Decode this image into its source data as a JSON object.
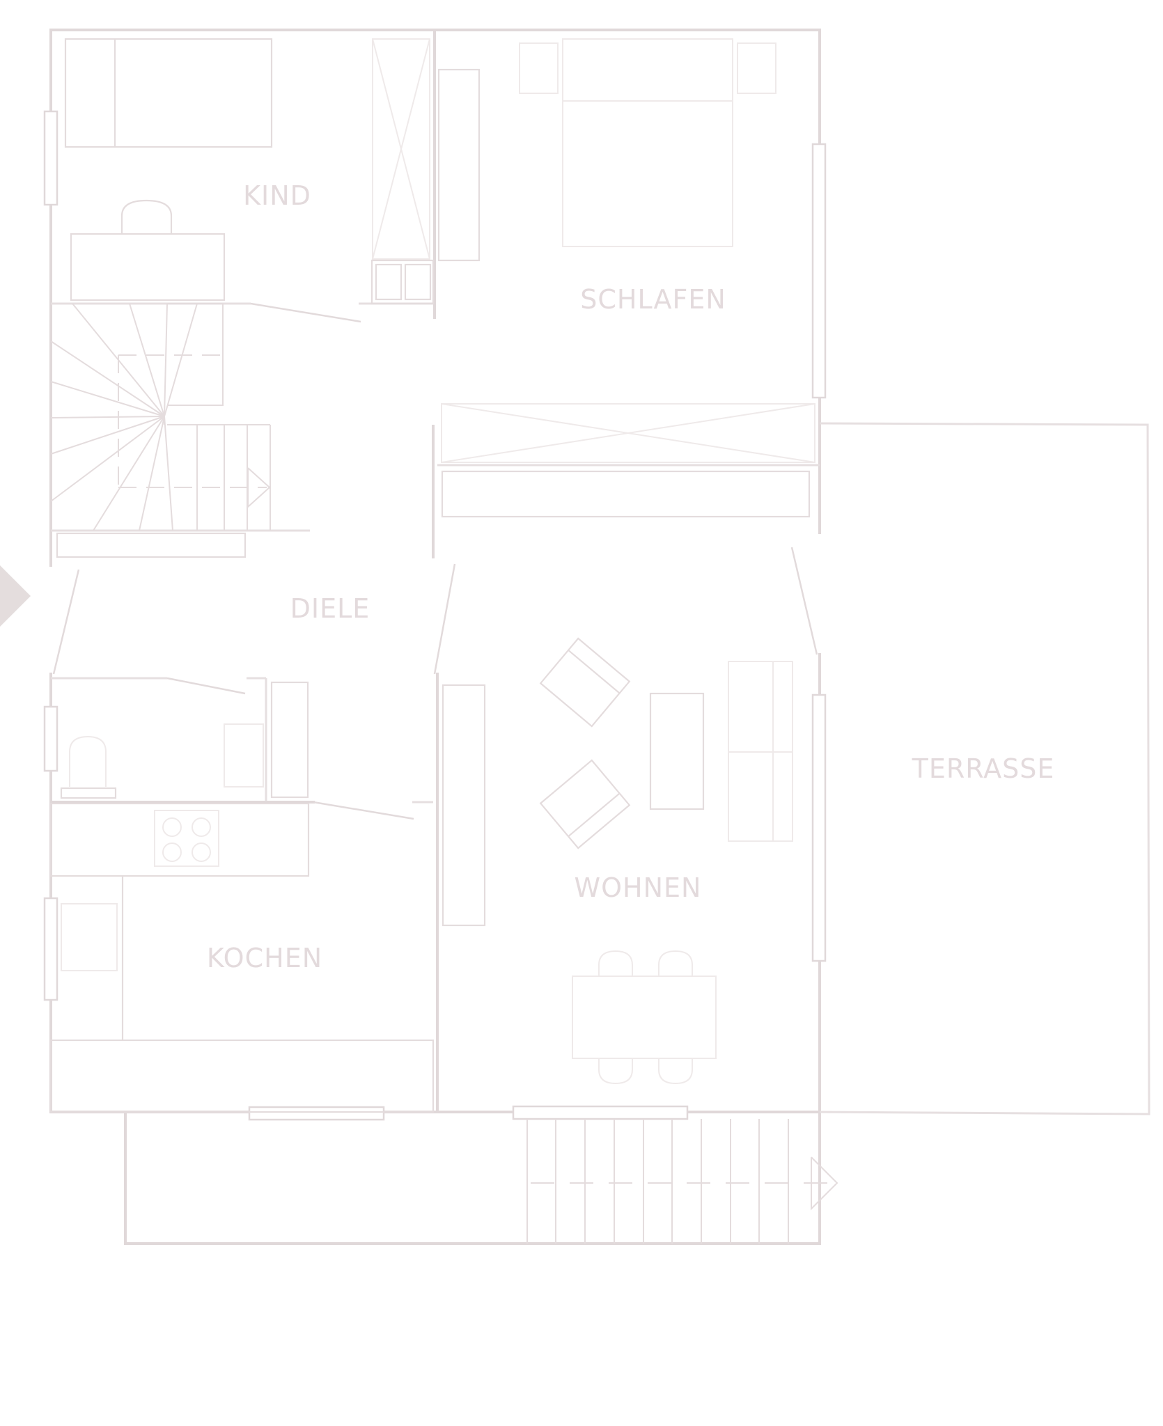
{
  "rooms": {
    "kind": "KIND",
    "schlafen": "SCHLAFEN",
    "diele": "DIELE",
    "wohnen": "WOHNEN",
    "kochen": "KOCHEN",
    "terrasse": "TERRASSE"
  },
  "colors": {
    "lines": "#e0d8d9",
    "labels": "#e3dadc",
    "background": "#ffffff",
    "entry_marker": "#e4dddd"
  },
  "icons": {
    "entrance": "entry-arrow-icon",
    "stair_direction": "stair-arrow-icon"
  }
}
